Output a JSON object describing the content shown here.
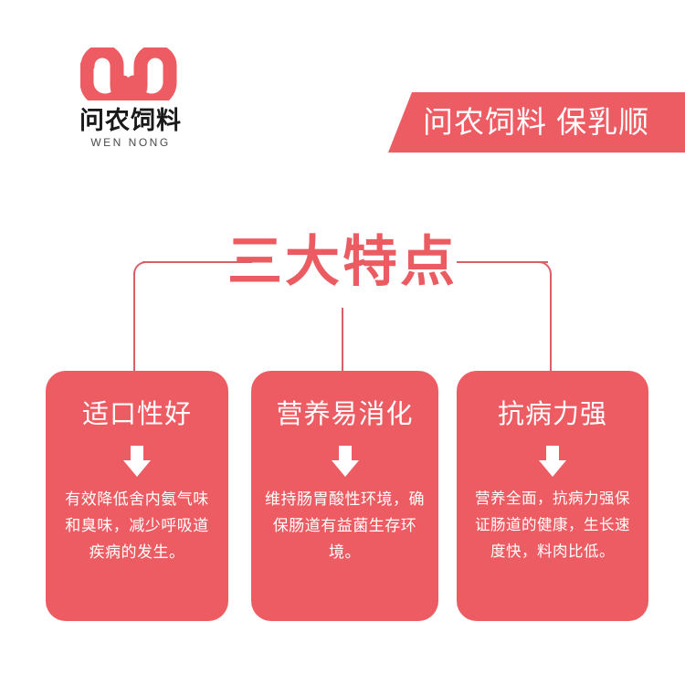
{
  "brand": {
    "logo_icon": "wen-nong-w-mark",
    "name": "问农饲料",
    "pinyin": "WEN NONG"
  },
  "header": {
    "banner_text": "问农饲料 保乳顺"
  },
  "section": {
    "title": "三大特点"
  },
  "cards": [
    {
      "title": "适口性好",
      "arrow_icon": "arrow-down-icon",
      "body": "有效降低舍内氨气味和臭味，减少呼吸道疾病的发生。"
    },
    {
      "title": "营养易消化",
      "arrow_icon": "arrow-down-icon",
      "body": "维持肠胃酸性环境，确保肠道有益菌生存环境。"
    },
    {
      "title": "抗病力强",
      "arrow_icon": "arrow-down-icon",
      "body": "营养全面，抗病力强保证肠道的健康，生长速度快，料肉比低。"
    }
  ],
  "colors": {
    "brand_red": "#ee5c63",
    "title_red": "#ea5c62",
    "line_red": "#d96068",
    "text_dark": "#191919",
    "background": "#ffffff"
  }
}
